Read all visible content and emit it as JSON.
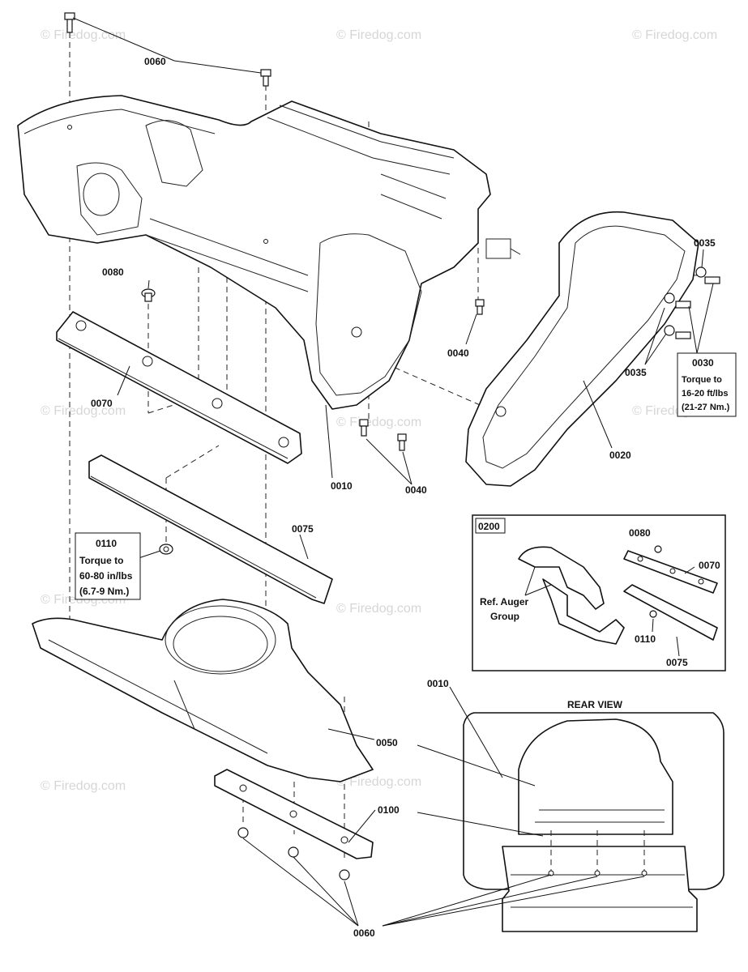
{
  "watermark": "© Firedog.com",
  "callouts": {
    "p0060_top": "0060",
    "p0080": "0080",
    "p0070": "0070",
    "p0040_a": "0040",
    "p0040_b": "0040",
    "p0010": "0010",
    "p0035_a": "0035",
    "p0035_b": "0035",
    "p0030": "0030",
    "p0020": "0020",
    "p0110": "0110",
    "p0075": "0075",
    "p0050": "0050",
    "p0100": "0100",
    "p0060_bottom": "0060",
    "p0010_rear": "0010"
  },
  "torque_0030": [
    "Torque to",
    "16-20 ft/lbs",
    "(21-27 Nm.)"
  ],
  "torque_0110": [
    "Torque to",
    "60-80 in/lbs",
    "(6.7-9 Nm.)"
  ],
  "inset": {
    "label": "0200",
    "ref_text": [
      "Ref. Auger",
      "Group"
    ],
    "c0080": "0080",
    "c0070": "0070",
    "c0110": "0110",
    "c0075": "0075"
  },
  "rear_view_title": "REAR VIEW"
}
